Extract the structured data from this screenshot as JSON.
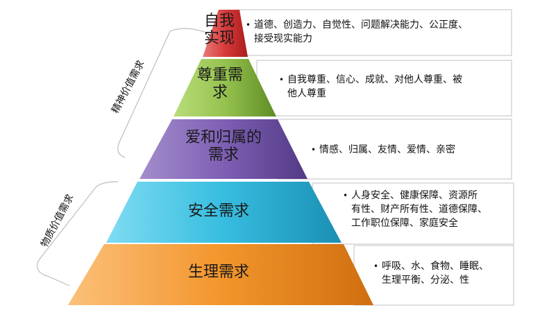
{
  "levels": [
    {
      "label": "自我\n实现",
      "description": "道德、创造力、自觉性、问题解决能力、公正度、\n接受现实能力",
      "color": "#cc2b2b"
    },
    {
      "label": "尊重需\n求",
      "description": "自我尊重、信心、成就、对他人尊重、被\n他人尊重",
      "color": "#86b342"
    },
    {
      "label": "爱和归属的\n需求",
      "description": "情感、归属、友情、爱情、亲密",
      "color": "#7152a3"
    },
    {
      "label": "安全需求",
      "description": "人身安全、健康保障、资源所\n有性、财产所有性、道德保障、\n工作职位保障、家庭安全",
      "color": "#2fb3d6"
    },
    {
      "label": "生理需求",
      "description": "呼吸、水、食物、睡眠、\n生理平衡、分泌、性",
      "color": "#ee8a1e"
    }
  ],
  "groups": {
    "spiritual": "精神价值需求",
    "material": "物质价值需求"
  }
}
